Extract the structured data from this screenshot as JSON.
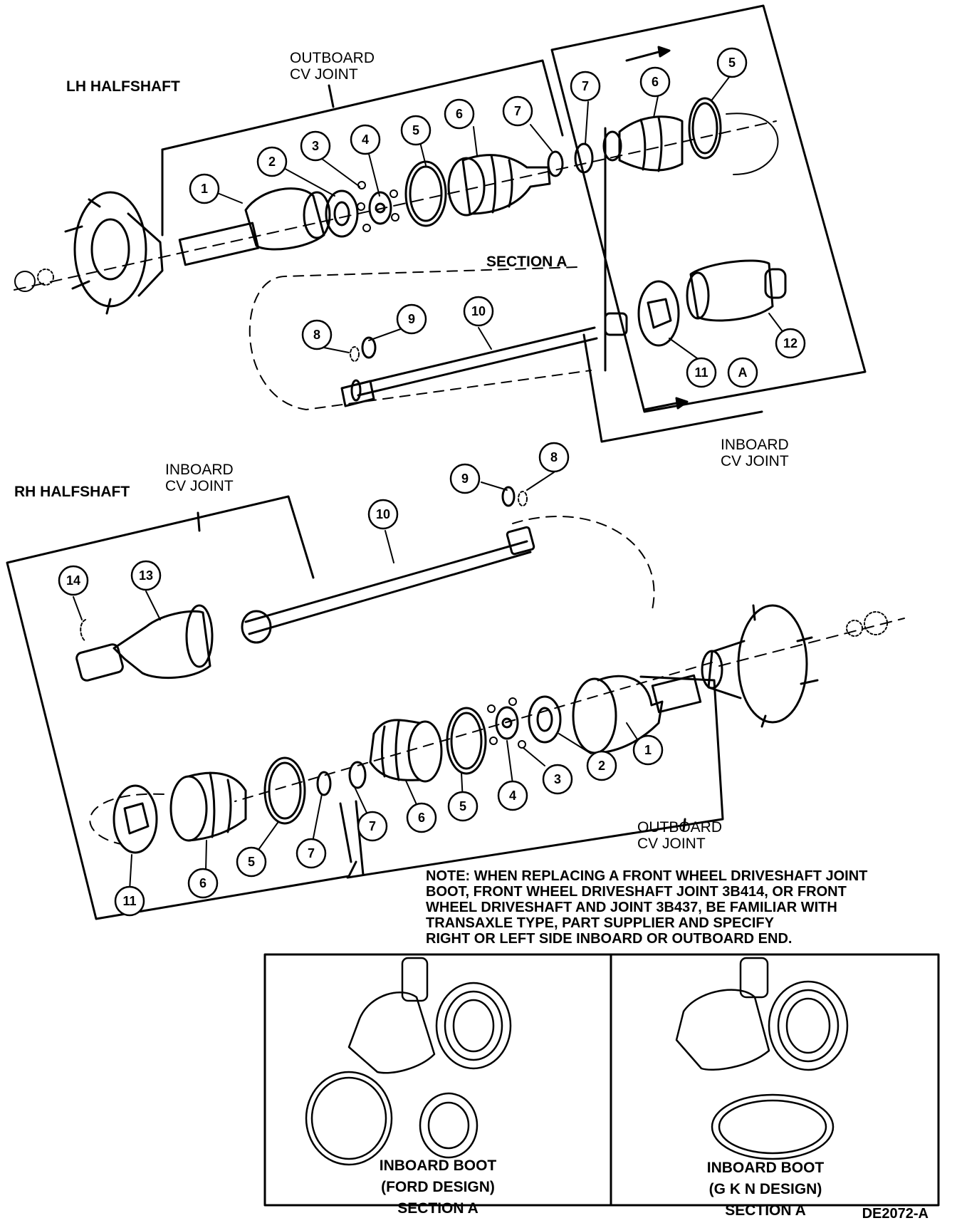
{
  "lh": {
    "title": "LH HALFSHAFT",
    "outboard_label": "OUTBOARD\nCV JOINT",
    "inboard_label": "INBOARD\nCV JOINT",
    "section_label": "SECTION A",
    "section_tag": "A"
  },
  "rh": {
    "title": "RH HALFSHAFT",
    "inboard_label": "INBOARD\nCV JOINT",
    "outboard_label": "OUTBOARD\nCV JOINT"
  },
  "callouts": {
    "lh": [
      "1",
      "2",
      "3",
      "4",
      "5",
      "6",
      "7",
      "7",
      "6",
      "5",
      "8",
      "9",
      "10",
      "11",
      "12"
    ],
    "rh": [
      "14",
      "13",
      "10",
      "9",
      "8",
      "11",
      "6",
      "5",
      "7",
      "7",
      "6",
      "5",
      "4",
      "3",
      "2",
      "1"
    ]
  },
  "note": {
    "lines": [
      "NOTE: WHEN REPLACING A FRONT WHEEL DRIVESHAFT JOINT",
      "BOOT, FRONT WHEEL DRIVESHAFT JOINT 3B414, OR FRONT",
      "WHEEL DRIVESHAFT AND JOINT 3B437, BE FAMILIAR WITH",
      "TRANSAXLE TYPE, PART SUPPLIER AND SPECIFY",
      "RIGHT OR LEFT SIDE INBOARD OR OUTBOARD END."
    ]
  },
  "panels": {
    "ford": {
      "line1": "INBOARD BOOT",
      "line2": "(FORD DESIGN)",
      "line3": "SECTION A"
    },
    "gkn": {
      "line1": "INBOARD BOOT",
      "line2": "(G K N DESIGN)",
      "line3": "SECTION A"
    }
  },
  "figure_code": "DE2072-A"
}
